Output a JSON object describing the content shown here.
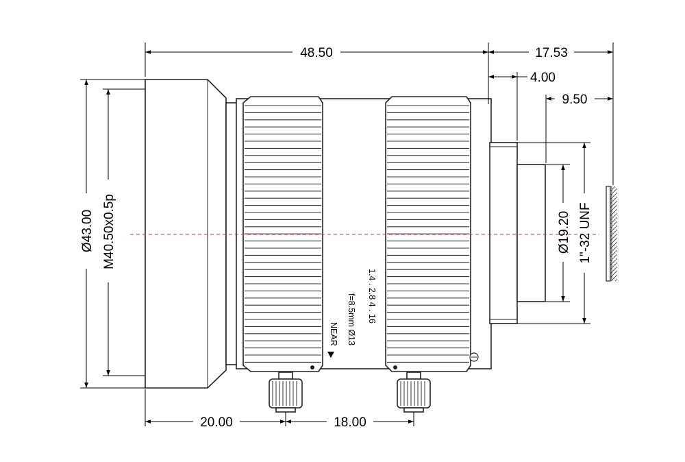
{
  "dimensions": {
    "overall_length": "48.50",
    "flange_back": "17.53",
    "mount_length": "4.00",
    "back_focal": "9.50",
    "outer_diameter": "Ø43.00",
    "filter_thread": "M40.50x0.5p",
    "rear_diameter": "Ø19.20",
    "mount_thread": "1\"-32  UNF",
    "front_to_screw": "20.00",
    "screw_spacing": "18.00"
  },
  "lens_markings": {
    "apertures_1": "1.4  .  2.8  4  .  16",
    "focal_spec": "f=8.5mm Ø13",
    "focus_near": "NEAR"
  },
  "colors": {
    "outline": "#222222",
    "centerline": "#e03030",
    "dimension": "#000000"
  }
}
